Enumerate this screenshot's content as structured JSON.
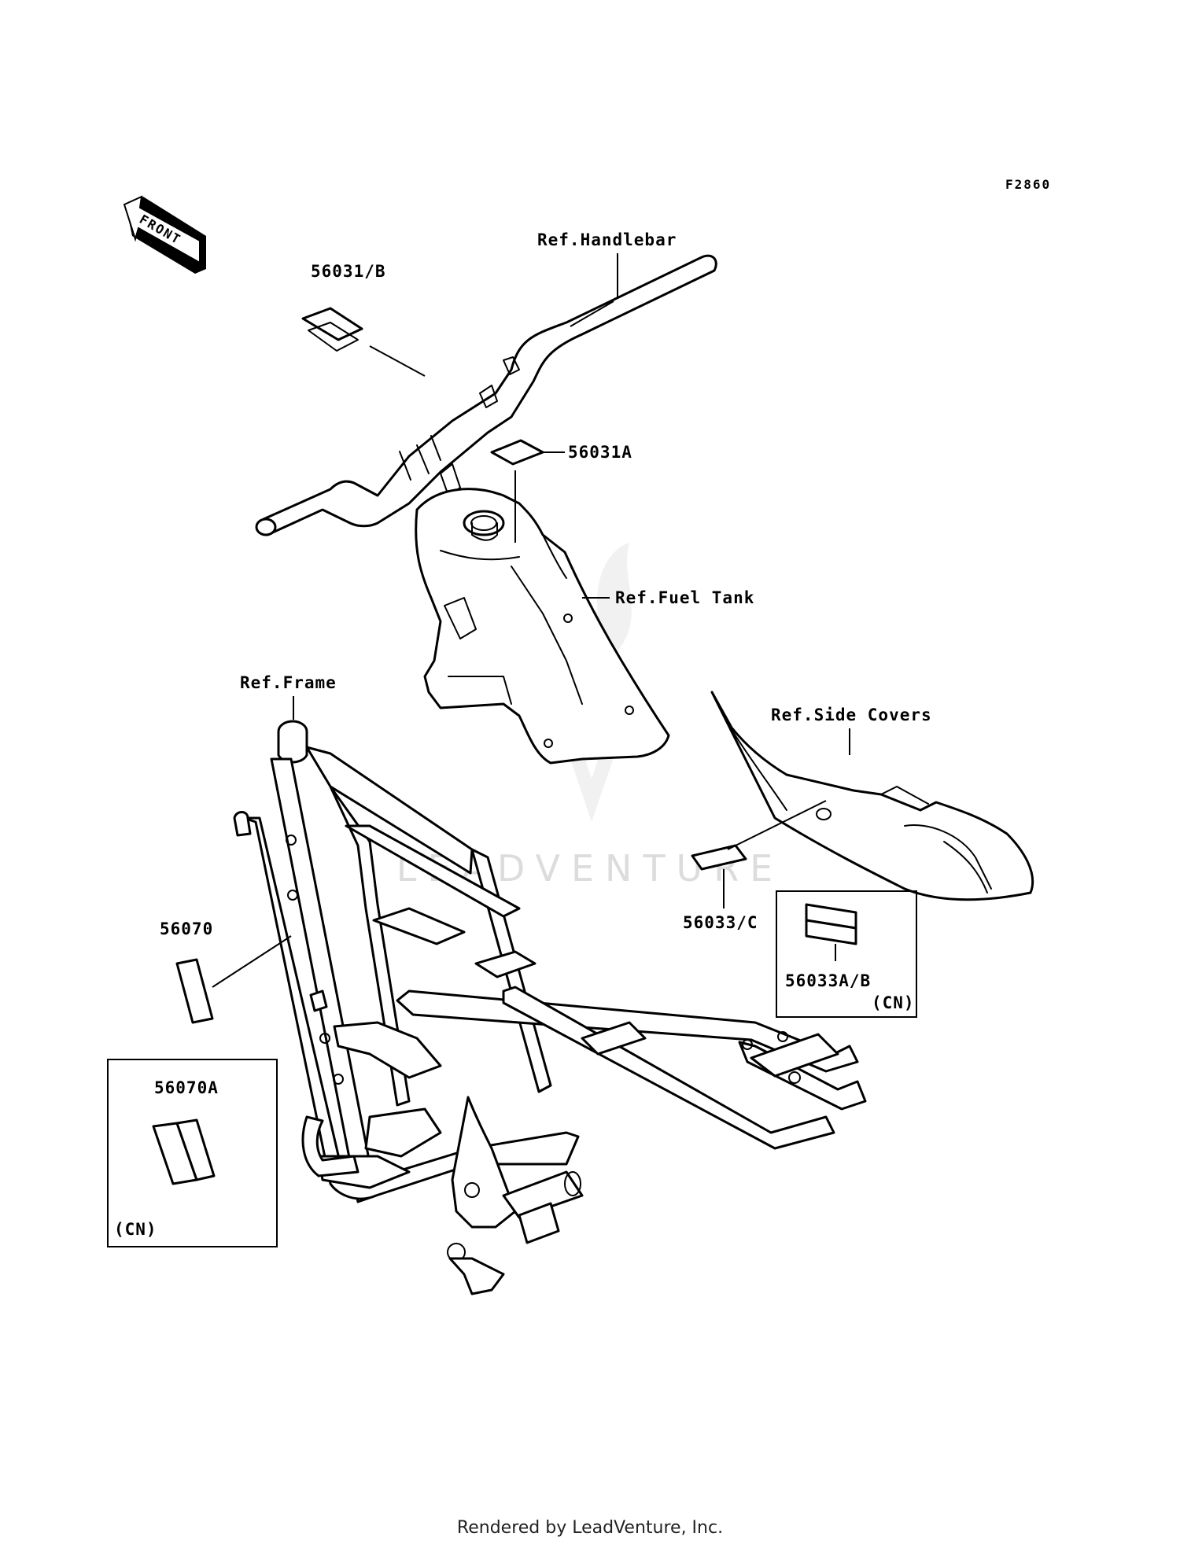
{
  "figure_code": "F2860",
  "front_arrow": {
    "label": "FRONT",
    "icon": "front-direction-arrow-icon"
  },
  "reference_labels": {
    "handlebar": "Ref.Handlebar",
    "fuel_tank": "Ref.Fuel Tank",
    "frame": "Ref.Frame",
    "side_covers": "Ref.Side Covers"
  },
  "parts": {
    "p56031b": "56031/B",
    "p56031a": "56031A",
    "p56033c": "56033/C",
    "p56033ab": "56033A/B",
    "p56070": "56070",
    "p56070a": "56070A"
  },
  "variant_notes": {
    "cn_56033ab": "(CN)",
    "cn_56070a": "(CN)"
  },
  "watermark": {
    "text": "LEADVENTURE",
    "icon": "leadventure-flame-logo-icon"
  },
  "footer": "Rendered by LeadVenture, Inc."
}
